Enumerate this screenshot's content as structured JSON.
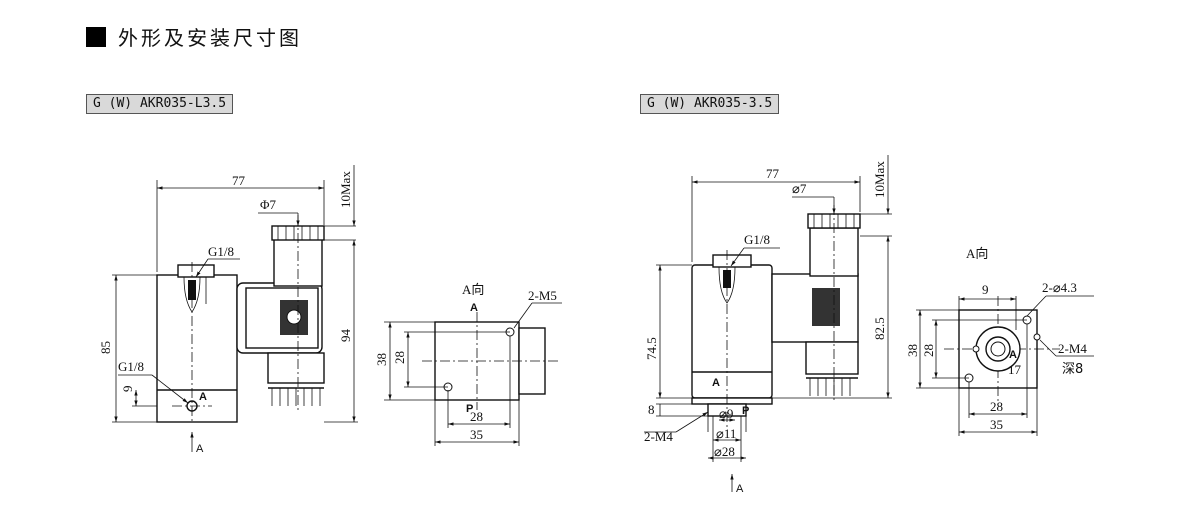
{
  "header": {
    "title": "外形及安装尺寸图"
  },
  "left": {
    "model": "G (W) AKR035-L3.5",
    "labels": {
      "w77": "77",
      "max": "10Max",
      "phi7": "Φ7",
      "g18a": "G1/8",
      "g18b": "G1/8",
      "h85": "85",
      "h94": "94",
      "h9": "9",
      "portA": "A",
      "arrowA": "A",
      "viewA": "A向",
      "viewA_letter": "A",
      "m5": "2-M5",
      "h38": "38",
      "h28": "28",
      "portP": "P",
      "w28": "28",
      "w35": "35"
    }
  },
  "right": {
    "model": "G (W) AKR035-3.5",
    "labels": {
      "w77": "77",
      "max": "10Max",
      "phi7": "⌀7",
      "g18": "G1/8",
      "h745": "74.5",
      "h825": "82.5",
      "h8": "8",
      "portA": "A",
      "portP": "P",
      "m4": "2-M4",
      "d9": "⌀9",
      "d11": "⌀11",
      "d28": "⌀28",
      "arrowA": "A",
      "viewA": "A向",
      "w9": "9",
      "d43": "2-⌀4.3",
      "h38": "38",
      "h28": "28",
      "m4b": "2-M4",
      "deep8": "深8",
      "viewA_letter": "A",
      "d17": "17",
      "w28": "28",
      "w35": "35"
    }
  }
}
